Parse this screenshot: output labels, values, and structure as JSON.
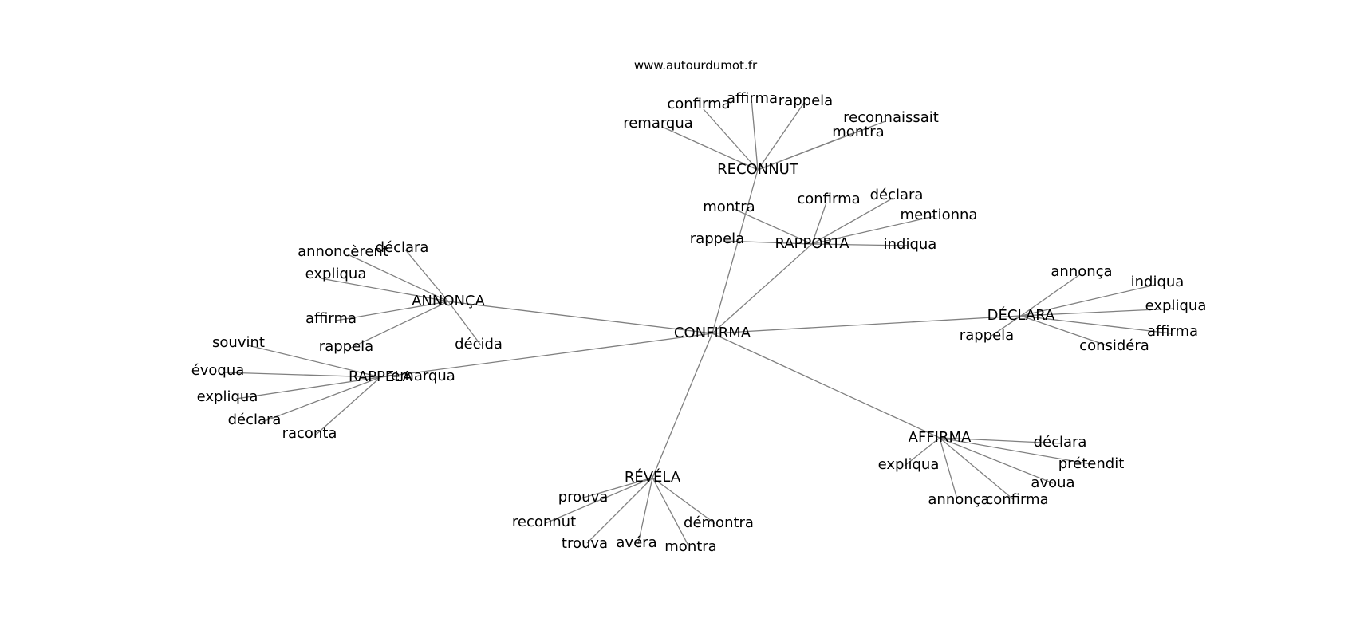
{
  "source_text": "www.autourdumot.fr",
  "center": "CONFIRMA",
  "clusters": [
    {
      "hub": "RECONNUT",
      "words": [
        "confirma",
        "affirma",
        "rappela",
        "reconnaissait",
        "remarqua",
        "montra"
      ]
    },
    {
      "hub": "RAPPORTA",
      "words": [
        "confirma",
        "déclara",
        "mentionna",
        "montra",
        "rappela",
        "indiqua"
      ]
    },
    {
      "hub": "ANNONÇA",
      "words": [
        "annoncèrent",
        "déclara",
        "expliqua",
        "affirma",
        "rappela",
        "décida"
      ]
    },
    {
      "hub": "RAPPELA",
      "words": [
        "souvint",
        "évoqua",
        "expliqua",
        "déclara",
        "raconta",
        "remarqua"
      ]
    },
    {
      "hub": "DÉCLARA",
      "words": [
        "annonça",
        "indiqua",
        "expliqua",
        "affirma",
        "rappela",
        "considéra"
      ]
    },
    {
      "hub": "AFFIRMA",
      "words": [
        "déclara",
        "prétendit",
        "avoua",
        "expliqua",
        "annonça",
        "confirma"
      ]
    },
    {
      "hub": "RÉVÉLA",
      "words": [
        "prouva",
        "reconnut",
        "trouva",
        "avéra",
        "montra",
        "démontra"
      ]
    }
  ]
}
